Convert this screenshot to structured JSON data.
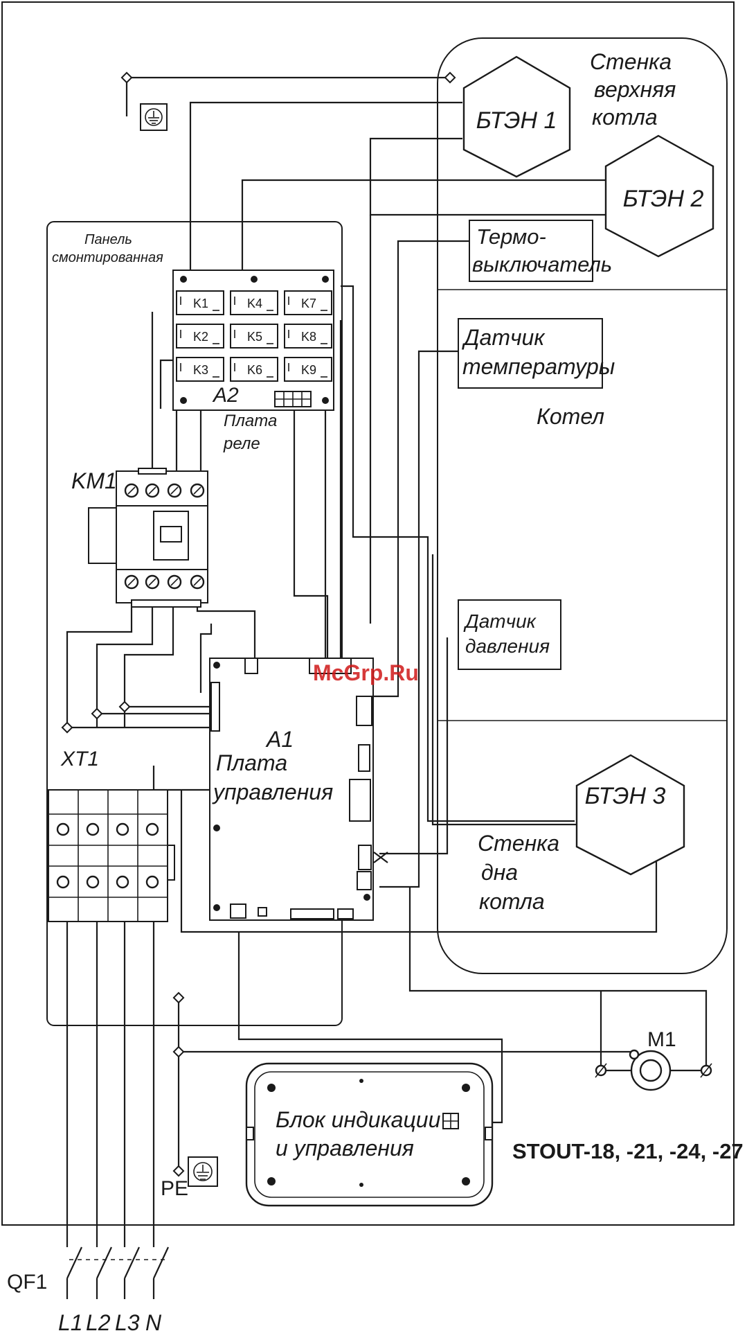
{
  "labels": {
    "wall_top": [
      "Стенка",
      "верхняя",
      "котла"
    ],
    "heater1": "БТЭН 1",
    "heater2": "БТЭН 2",
    "heater3": "БТЭН 3",
    "thermoswitch": [
      "Термо-",
      "выключатель"
    ],
    "temp_sensor": [
      "Датчик",
      "температуры"
    ],
    "boiler": "Котел",
    "panel": [
      "Панель",
      "смонтированная"
    ],
    "relay_names": [
      "K1",
      "K4",
      "K7",
      "K2",
      "K5",
      "K8",
      "K3",
      "K6",
      "K9"
    ],
    "a2": "A2",
    "relay_board": [
      "Плата",
      "реле"
    ],
    "km1": "KM1",
    "pressure_sensor": [
      "Датчик",
      "давления"
    ],
    "xt1": "XT1",
    "a1": "A1",
    "control_board": [
      "Плата",
      "управления"
    ],
    "wall_bottom": [
      "Стенка",
      "дна",
      "котла"
    ],
    "m1": "M1",
    "display_unit": [
      "Блок индикации",
      "и управления"
    ],
    "model": "STOUT-18, -21, -24, -27",
    "pe": "PE",
    "qf1": "QF1",
    "mains": [
      "L1",
      "L2",
      "L3",
      "N"
    ],
    "watermark": "McGrp.Ru"
  }
}
